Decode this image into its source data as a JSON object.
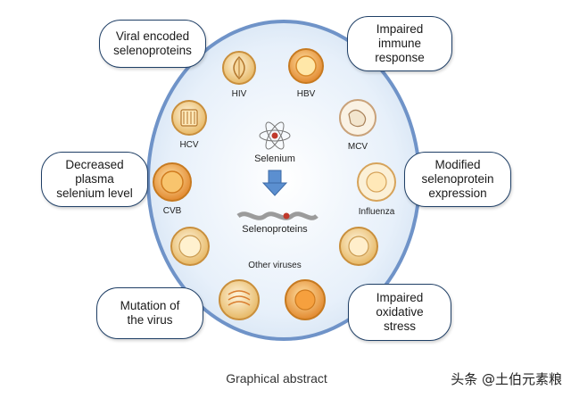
{
  "diagram": {
    "center": {
      "selenium": "Selenium",
      "selenoproteins": "Selenoproteins",
      "other_viruses": "Other viruses"
    },
    "viruses": {
      "hiv": "HIV",
      "hbv": "HBV",
      "hcv": "HCV",
      "mcv": "MCV",
      "cvb": "CVB",
      "influenza": "Influenza"
    },
    "boxes": {
      "viral_encoded": [
        "Viral encoded",
        "selenoproteins"
      ],
      "impaired_immune": [
        "Impaired",
        "immune",
        "response"
      ],
      "decreased_plasma": [
        "Decreased",
        "plasma",
        "selenium level"
      ],
      "modified_expression": [
        "Modified",
        "selenoprotein",
        "expression"
      ],
      "mutation": [
        "Mutation of",
        "the virus"
      ],
      "impaired_oxidative": [
        "Impaired",
        "oxidative",
        "stress"
      ]
    },
    "caption": "Graphical abstract",
    "colors": {
      "ellipse_fill": "#dde9f6",
      "ellipse_stroke": "#6f93c8",
      "box_border": "#1f3f66",
      "arrow_fill": "#5b8fd0",
      "virus_tan": "#e7b865",
      "virus_orange": "#e2892f",
      "selenium_red": "#c0392b"
    }
  },
  "watermark": "头条 @土伯元素粮"
}
